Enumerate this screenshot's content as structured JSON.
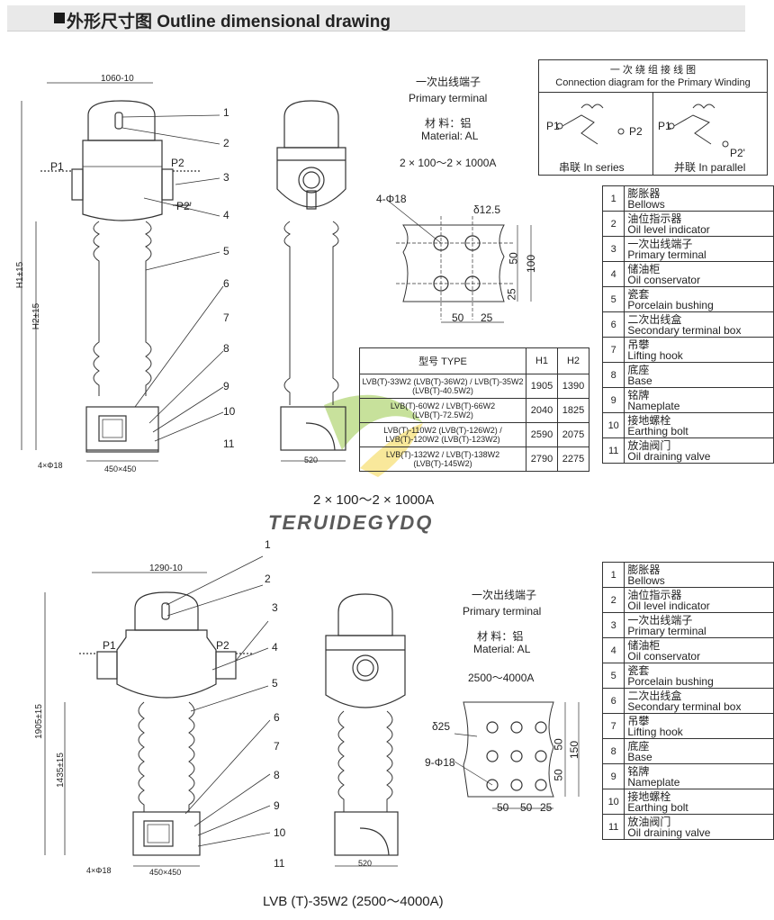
{
  "header": {
    "title": "外形尺寸图  Outline dimensional drawing"
  },
  "top": {
    "terminal_cn": "一次出线端子",
    "terminal_en": "Primary terminal",
    "material_cn": "材  料：铝",
    "material_en": "Material: AL",
    "current": "2 × 100～2 × 1000A",
    "dim_width": "1060-10",
    "dim_h1": "H1±15",
    "dim_h2": "H2±15",
    "dim_base": "450×450",
    "dim_side": "520",
    "holes": "4×Φ18",
    "p1": "P1",
    "p2": "P2",
    "p2b": "P2'",
    "plate_holes": "4-Φ18",
    "plate_thick": "δ12.5",
    "plate_dims": [
      "50",
      "100",
      "25",
      "50",
      "25"
    ],
    "callouts": [
      "1",
      "2",
      "3",
      "4",
      "5",
      "6",
      "7",
      "8",
      "9",
      "10",
      "11"
    ],
    "caption": "2 × 100～2 × 1000A"
  },
  "connection": {
    "title_cn": "一 次 绕 组 接 线 图",
    "title_en": "Connection diagram for the Primary Winding",
    "series": "串联 In series",
    "parallel": "并联 In parallel",
    "p1": "P1",
    "p2": "P2",
    "p2b": "P2'"
  },
  "parts": [
    {
      "no": "1",
      "cn": "膨胀器",
      "en": "Bellows"
    },
    {
      "no": "2",
      "cn": "油位指示器",
      "en": "Oil level indicator"
    },
    {
      "no": "3",
      "cn": "一次出线端子",
      "en": "Primary terminal"
    },
    {
      "no": "4",
      "cn": "储油柜",
      "en": "Oil conservator"
    },
    {
      "no": "5",
      "cn": "瓷套",
      "en": "Porcelain bushing"
    },
    {
      "no": "6",
      "cn": "二次出线盒",
      "en": "Secondary terminal box"
    },
    {
      "no": "7",
      "cn": "吊攀",
      "en": "Lifting hook"
    },
    {
      "no": "8",
      "cn": "底座",
      "en": "Base"
    },
    {
      "no": "9",
      "cn": "铭牌",
      "en": "Nameplate"
    },
    {
      "no": "10",
      "cn": "接地螺栓",
      "en": "Earthing bolt"
    },
    {
      "no": "11",
      "cn": "放油阀门",
      "en": "Oil draining valve"
    }
  ],
  "types_table": {
    "headers": [
      "型号 TYPE",
      "H1",
      "H2"
    ],
    "rows": [
      {
        "type": "LVB(T)-33W2 (LVB(T)-36W2) / LVB(T)-35W2 (LVB(T)-40.5W2)",
        "h1": "1905",
        "h2": "1390"
      },
      {
        "type": "LVB(T)-60W2 / LVB(T)-66W2 (LVB(T)-72.5W2)",
        "h1": "2040",
        "h2": "1825"
      },
      {
        "type": "LVB(T)-110W2 (LVB(T)-126W2) / LVB(T)-120W2 (LVB(T)-123W2)",
        "h1": "2590",
        "h2": "2075"
      },
      {
        "type": "LVB(T)-132W2 / LVB(T)-138W2 (LVB(T)-145W2)",
        "h1": "2790",
        "h2": "2275"
      }
    ]
  },
  "watermark": "TERUIDEGYDQ",
  "bottom": {
    "terminal_cn": "一次出线端子",
    "terminal_en": "Primary terminal",
    "material_cn": "材  料：铝",
    "material_en": "Material: AL",
    "current": "2500～4000A",
    "dim_width": "1290-10",
    "dim_h1": "1905±15",
    "dim_h2": "1435±15",
    "dim_base": "450×450",
    "dim_side": "520",
    "holes": "4×Φ18",
    "p1": "P1",
    "p2": "P2",
    "plate_holes": "9-Φ18",
    "plate_thick": "δ25",
    "plate_dims": [
      "50",
      "50",
      "150",
      "50",
      "50",
      "25"
    ],
    "callouts": [
      "1",
      "2",
      "3",
      "4",
      "5",
      "6",
      "7",
      "8",
      "9",
      "10",
      "11"
    ],
    "caption": "LVB (T)-35W2 (2500～4000A)"
  },
  "colors": {
    "line": "#333333",
    "header_bg": "#e9e9e9",
    "watermark_green": "#9bc94a"
  }
}
